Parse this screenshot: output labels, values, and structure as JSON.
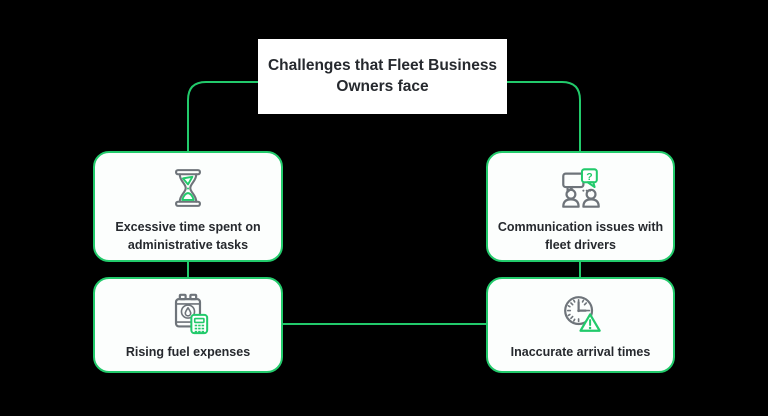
{
  "title": {
    "text": "Challenges that Fleet Business Owners face"
  },
  "cards": [
    {
      "label": "Excessive time spent on administrative tasks",
      "icon": "hourglass-icon"
    },
    {
      "label": "Communication issues with fleet drivers",
      "icon": "chat-drivers-icon"
    },
    {
      "label": "Rising fuel expenses",
      "icon": "fuel-barrel-calculator-icon"
    },
    {
      "label": "Inaccurate arrival times",
      "icon": "clock-warning-icon"
    }
  ],
  "icons": {
    "question_mark": "?"
  },
  "colors": {
    "accent_green": "#22ca6b",
    "icon_gray": "#6e747a",
    "text_dark": "#26292e",
    "card_background": "#fcfefd",
    "canvas_background": "#000000",
    "title_background": "#ffffff"
  }
}
